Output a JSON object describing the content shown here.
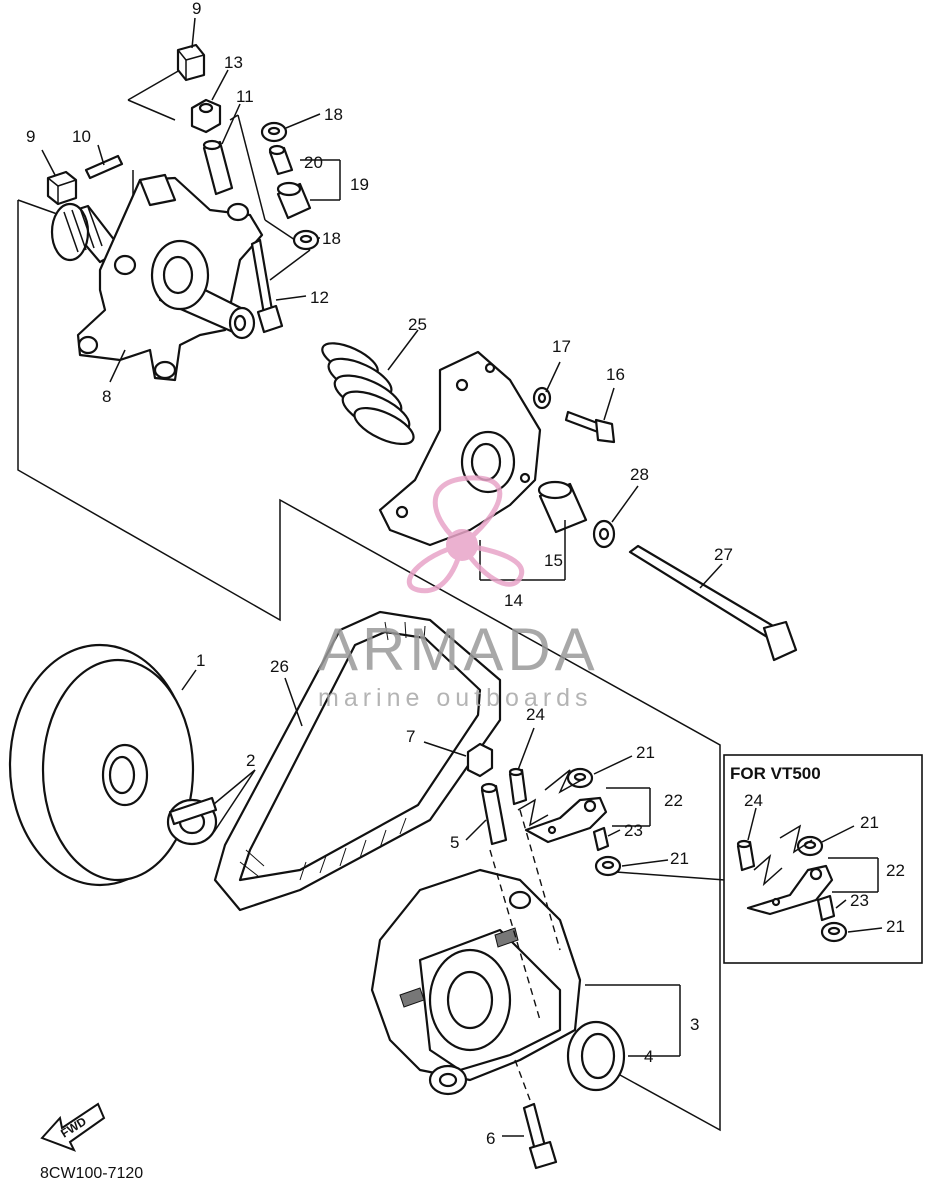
{
  "diagram": {
    "part_labels": [
      "9",
      "13",
      "11",
      "18",
      "20",
      "19",
      "10",
      "9",
      "18",
      "12",
      "8",
      "25",
      "17",
      "16",
      "28",
      "15",
      "14",
      "27",
      "1",
      "26",
      "24",
      "21",
      "22",
      "23",
      "21",
      "7",
      "5",
      "2",
      "3",
      "4",
      "6"
    ],
    "inset": {
      "title": "FOR VT500",
      "labels": [
        "24",
        "21",
        "22",
        "23",
        "21"
      ]
    },
    "fwd_label": "FWD",
    "diagram_code": "8CW100-7120"
  },
  "watermark": {
    "brand": "ARMADA",
    "tagline": "marine outboards",
    "color": "#e8a4c8"
  }
}
